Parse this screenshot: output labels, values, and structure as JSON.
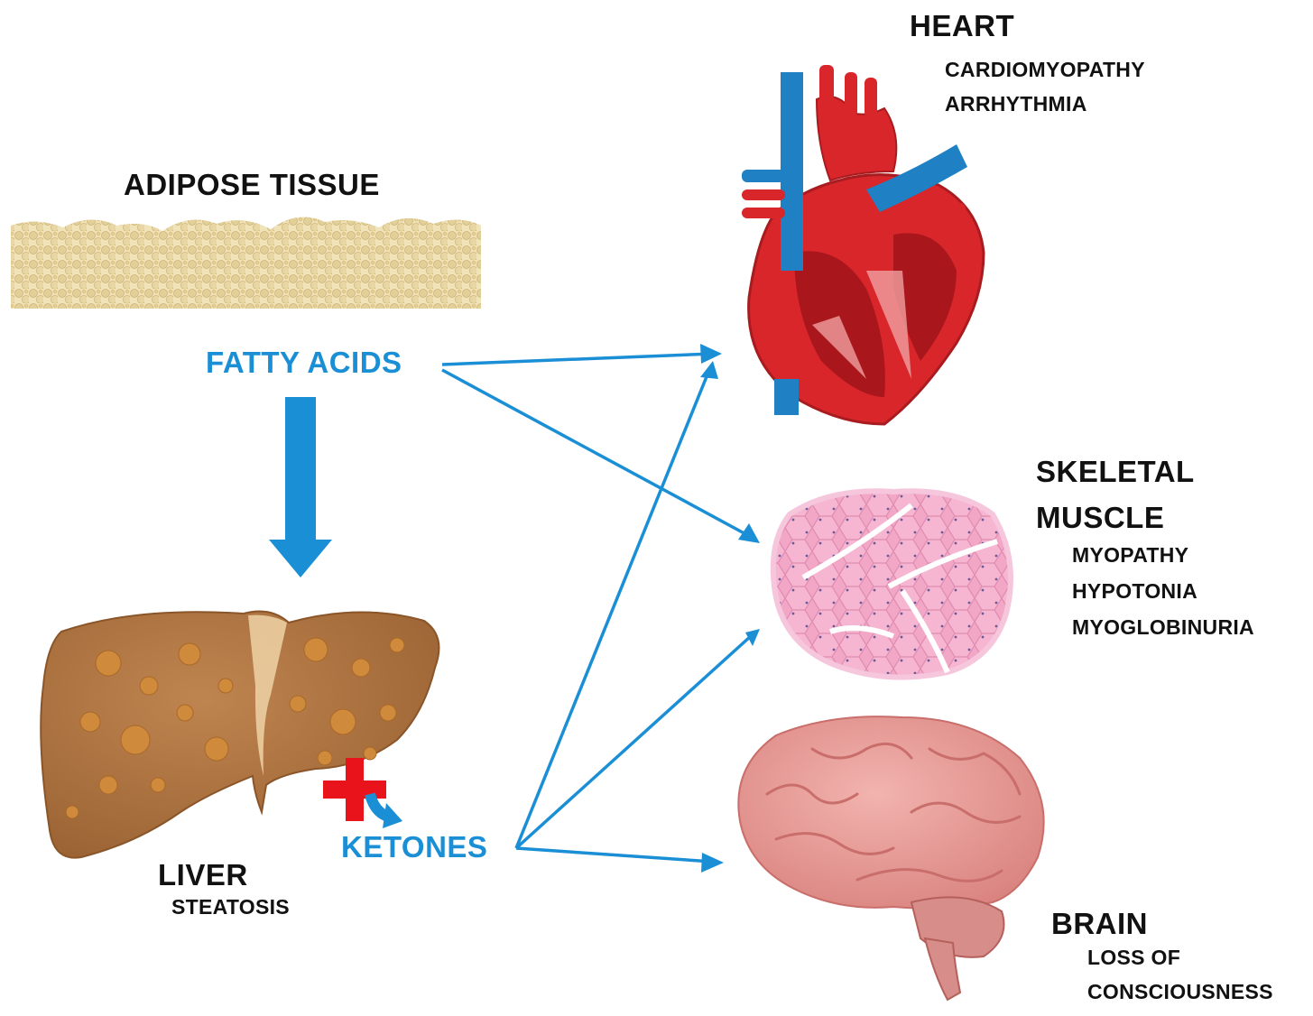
{
  "adipose": {
    "label": "ADIPOSE TISSUE"
  },
  "fatty_acids": {
    "label": "FATTY ACIDS"
  },
  "ketones": {
    "label": "KETONES"
  },
  "liver": {
    "label": "LIVER",
    "items": [
      "STEATOSIS"
    ]
  },
  "heart": {
    "label": "HEART",
    "items": [
      "CARDIOMYOPATHY",
      "ARRHYTHMIA"
    ]
  },
  "muscle": {
    "label_line1": "SKELETAL",
    "label_line2": "MUSCLE",
    "items": [
      "MYOPATHY",
      "HYPOTONIA",
      "MYOGLOBINURIA"
    ]
  },
  "brain": {
    "label": "BRAIN",
    "items": [
      "LOSS OF",
      "CONSCIOUSNESS"
    ]
  },
  "colors": {
    "arrow": "#1b8fd6",
    "cross": "#e8131b",
    "liver": "#a86f3e",
    "heart": "#d8262b",
    "vessel": "#1f80c4",
    "muscle": "#f4a9c8",
    "brain": "#e8a2a0",
    "fat": "#e6d4a2"
  }
}
